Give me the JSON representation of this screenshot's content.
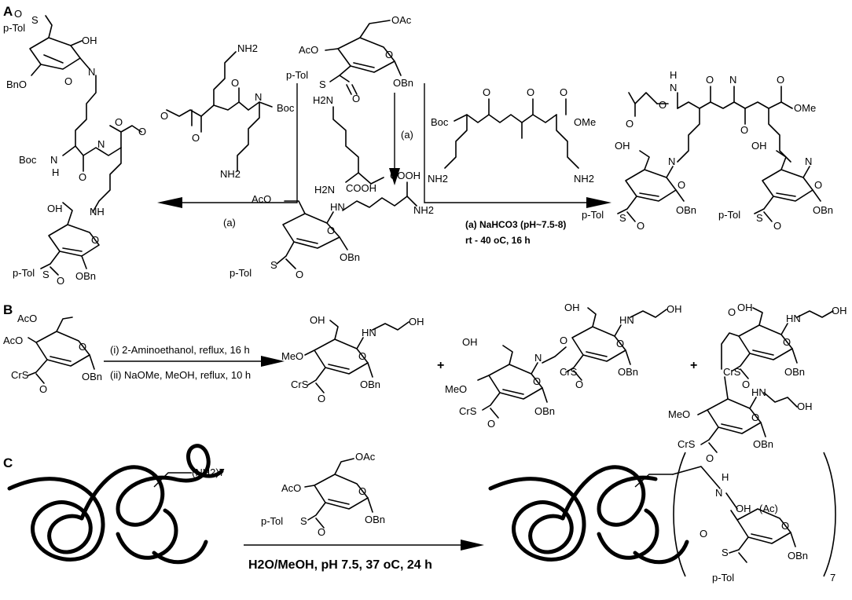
{
  "panels": {
    "a": "A",
    "b": "B",
    "c": "C"
  },
  "groups": {
    "ptol": "p-Tol",
    "bn": "OBn",
    "bno": "BnO",
    "boc": "Boc",
    "nhboc": "N",
    "oac": "OAc",
    "aco": "AcO",
    "oh": "OH",
    "cooh": "COOH",
    "nh2": "NH2",
    "h2n": "H2N",
    "ome": "OMe",
    "meo": "MeO",
    "crs": "CrS",
    "o": "O",
    "s": "S",
    "n": "N",
    "h": "H",
    "nh": "NH",
    "hn": "HN",
    "ac_paren": "(Ac)",
    "nh2_7": "(NH2)7",
    "sub7": "7",
    "plus": "+"
  },
  "conditions": {
    "a_short": "(a)",
    "a_full_1": "(a) NaHCO3 (pH~7.5-8)",
    "a_full_2": "rt - 40 oC, 16 h",
    "b1": "(i) 2-Aminoethanol, reflux, 16 h",
    "b2": "(ii) NaOMe, MeOH, reflux, 10 h",
    "c1": "H2O/MeOH, pH 7.5, 37 oC, 24 h"
  }
}
